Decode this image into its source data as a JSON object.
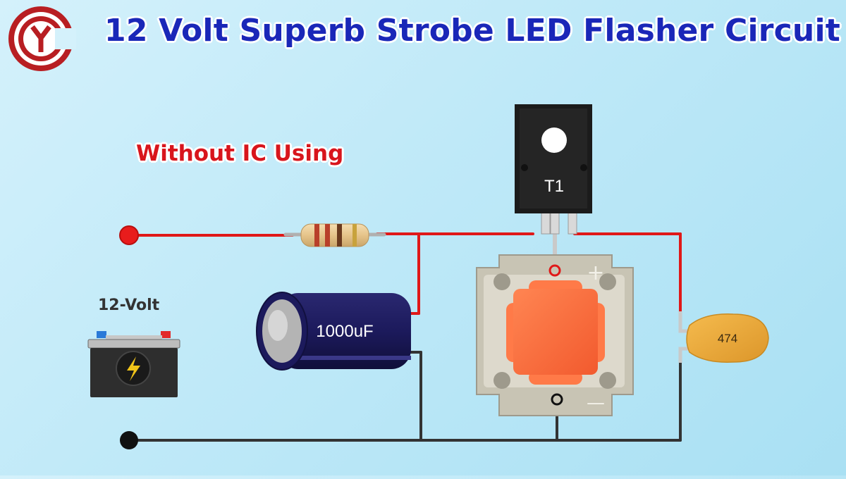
{
  "title": "12 Volt Superb Strobe LED Flasher Circuit",
  "subtitle": "Without IC Using",
  "battery": {
    "label": "12-Volt",
    "icon": "lightning-icon"
  },
  "components": {
    "transistor": {
      "label": "T1"
    },
    "capacitor_electrolytic": {
      "label": "1000uF"
    },
    "capacitor_ceramic": {
      "label": "474"
    },
    "led_plus": "+",
    "led_minus": "—"
  },
  "colors": {
    "title": "#1a27b8",
    "subtitle": "#d8151c",
    "positive_wire": "#e01818",
    "negative_wire": "#111111",
    "logo": "#b81e22",
    "led_chip": "#ff6a3d",
    "ceramic_cap": "#eba535",
    "electrolytic_cap": "#1c1a5c"
  }
}
